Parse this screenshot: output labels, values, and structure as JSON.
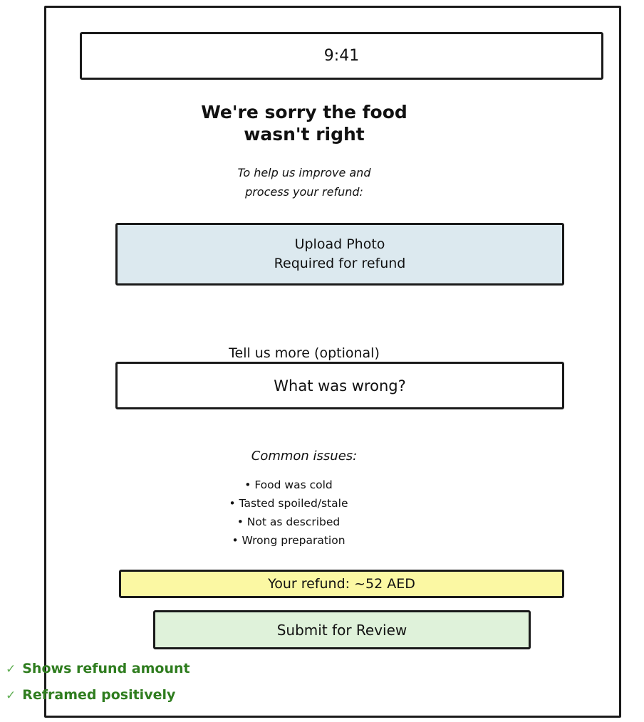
{
  "screen": {
    "status_bar": {
      "time": "9:41"
    },
    "header": {
      "title_lines": [
        "We're sorry the food",
        "wasn't right"
      ],
      "subtitle_lines": [
        "To help us improve and",
        "process your refund:"
      ]
    },
    "upload_button": {
      "lines": [
        "Upload Photo",
        "Required for refund"
      ]
    },
    "description": {
      "label": "Tell us more (optional)",
      "placeholder": "What was wrong?"
    },
    "common_issues": {
      "title": "Common issues:",
      "items": [
        "• Food was cold",
        "• Tasted spoiled/stale",
        "• Not as described",
        "• Wrong preparation"
      ]
    },
    "refund_banner": {
      "text": "Your refund: ~52 AED"
    },
    "submit_button": {
      "label": "Submit for Review"
    }
  },
  "annotations": [
    {
      "check": "✓",
      "text": "Shows refund amount"
    },
    {
      "check": "✓",
      "text": "Reframed positively"
    }
  ],
  "colors": {
    "frame_border": "#1a1a1a",
    "upload_button_bg": "#dce9ef",
    "refund_banner_bg": "#fbf8a3",
    "submit_button_bg": "#dff2da",
    "annotation_text": "#2f7d1f",
    "annotation_check": "#5fae52"
  }
}
